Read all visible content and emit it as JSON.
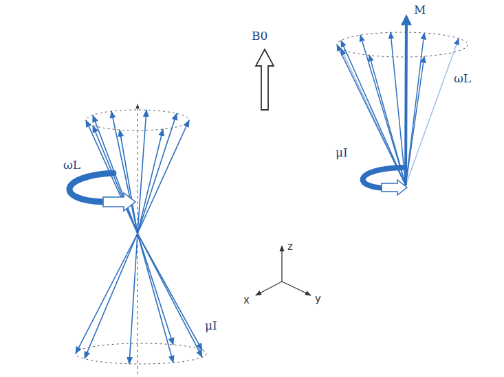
{
  "diagram": {
    "labels": [
      "ωL",
      "μI",
      "B0",
      "M",
      "ωL",
      "μI",
      "z",
      "x",
      "y"
    ]
  }
}
